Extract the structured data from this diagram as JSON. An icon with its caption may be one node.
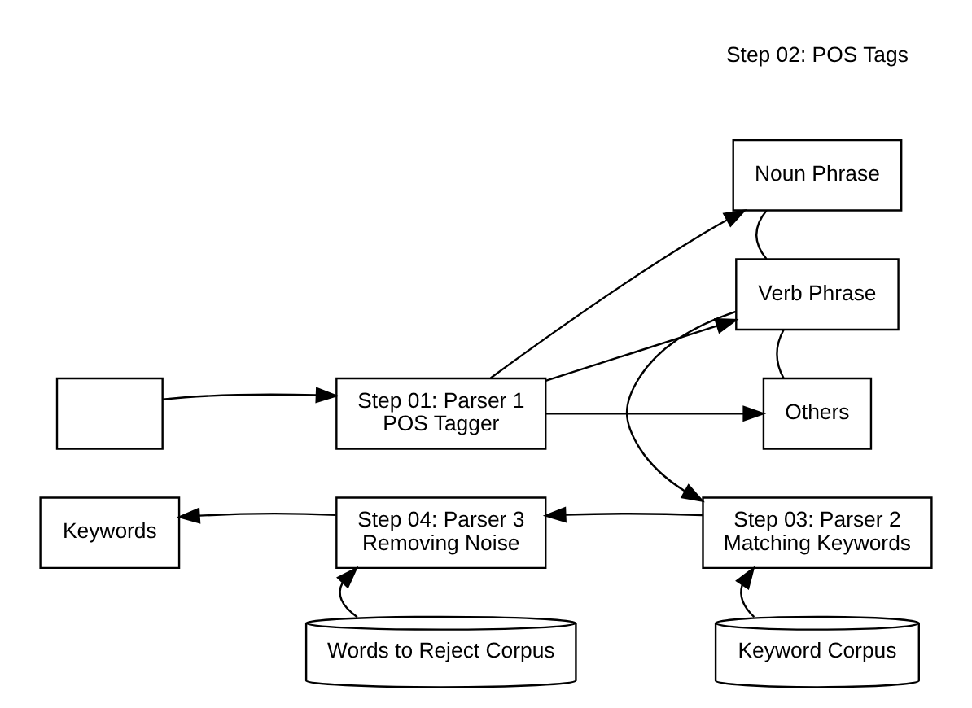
{
  "diagram": {
    "nodes": [
      {
        "text": [],
        "shape": "box"
      },
      {
        "text": [
          "Step 01: Parser 1",
          "POS Tagger"
        ]
      },
      {
        "text": [
          "Noun Phrase"
        ]
      },
      {
        "text": [
          "Verb Phrase"
        ]
      },
      {
        "text": [
          "Others"
        ]
      },
      {
        "text": [
          "Keywords"
        ]
      },
      {
        "text": [
          "Step 04: Parser 3",
          "Removing Noise"
        ]
      },
      {
        "text": [
          "Step 03: Parser 2",
          "Matching Keywords"
        ]
      },
      {
        "text": [
          "Words to Reject Corpus"
        ]
      },
      {
        "text": [
          "Keyword Corpus"
        ]
      }
    ],
    "edges": [
      {
        "from": 0,
        "to": 1,
        "arrow": "to"
      },
      {
        "from": 1,
        "to": 2,
        "arrow": "to"
      },
      {
        "from": 1,
        "to": 3,
        "arrow": "to"
      },
      {
        "from": 1,
        "to": 4,
        "arrow": "to"
      },
      {
        "from": 2,
        "to": 3,
        "arrow": "none"
      },
      {
        "from": 4,
        "to": 3,
        "arrow": "none"
      },
      {
        "from": 3,
        "to": 7,
        "arrow": "to"
      },
      {
        "from": 7,
        "to": 6,
        "arrow": "to"
      },
      {
        "from": 6,
        "to": 5,
        "arrow": "to"
      },
      {
        "from": 9,
        "to": 7,
        "arrow": "to"
      },
      {
        "from": 8,
        "to": 6,
        "arrow": "to"
      }
    ],
    "labels": [
      "Step 02: POS Tags"
    ]
  }
}
